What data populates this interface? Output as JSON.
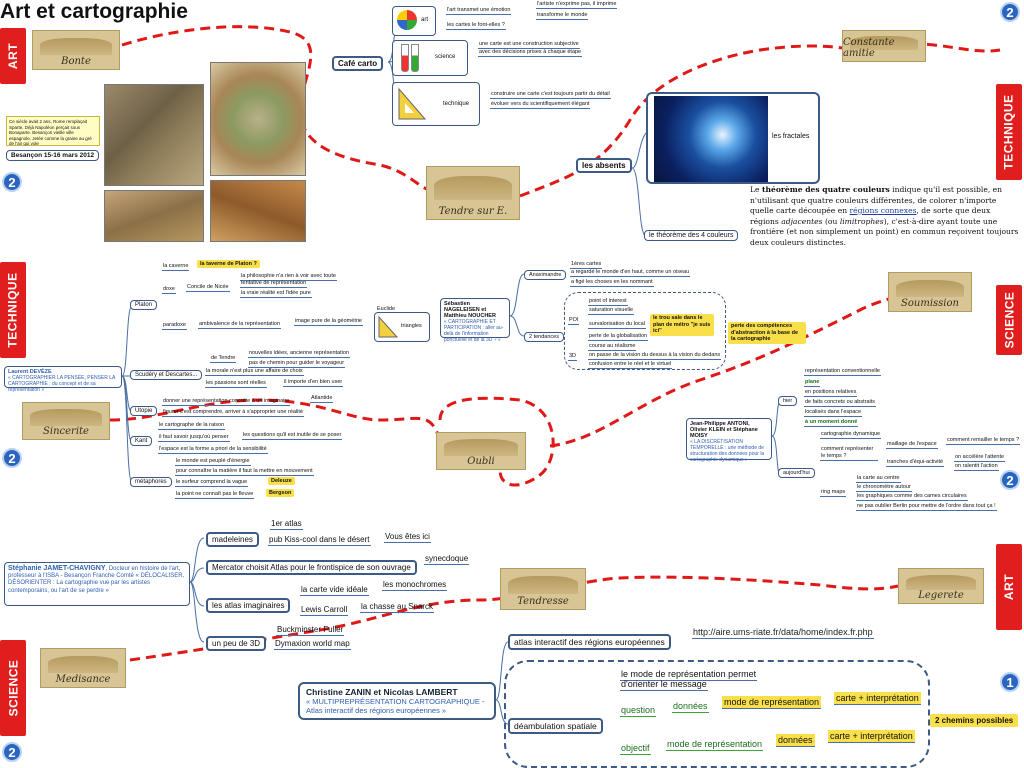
{
  "title": "Art et cartographie",
  "side_tabs": {
    "art_top": "ART",
    "technique_right": "TECHNIQUE",
    "technique_left": "TECHNIQUE",
    "science_right": "SCIENCE",
    "art_right": "ART",
    "science_left": "SCIENCE"
  },
  "numbers": {
    "n_top_right": "2",
    "n_left_1": "2",
    "n_left_2": "2",
    "n_right_2": "2",
    "n_bottom_right": "1",
    "n_bottom_left": "2"
  },
  "signatures": [
    "Bonte",
    "Constante amitie",
    "Tendre sur E.",
    "Soumission",
    "Sincerite",
    "Oubli",
    "Tendresse",
    "Legerete",
    "Medisance"
  ],
  "besancon": {
    "node": "Besançon 15-16 mars 2012",
    "note": "Ce siècle avait 2 ans, Rome remplaçait Sparte, Déjà Napoléon perçait sous Bonaparte. Besançon vieille ville espagnole, Jetée comme la graine au gré de l'air qui vole"
  },
  "cafe": {
    "node": "Café carto",
    "art": {
      "label": "art",
      "a": "l'artiste n'exprime pas, il imprime",
      "b": "l'art transmet une émotion",
      "c": "transforme le monde",
      "d": "les cartes le font-elles ?"
    },
    "science": {
      "label": "science",
      "a": "une carte est une construction subjective",
      "b": "avec des décisions prises à chaque étape"
    },
    "technique": {
      "label": "technique",
      "a": "construire une carte c'est toujours partir du détail",
      "b": "évoluer vers du scientifiquement élégant"
    }
  },
  "absents": {
    "node": "les absents",
    "fractales": "les fractales",
    "theoreme_node": "le théorème des 4 couleurs",
    "theorem_text_parts": [
      "Le ",
      "théorème des quatre couleurs",
      " indique qu'il est possible, en n'utilisant que quatre couleurs différentes, de colorer n'importe quelle carte découpée en ",
      "régions connexes",
      ", de sorte que deux régions ",
      "adjacentes",
      " (ou ",
      "limitrophes",
      "), c'est-à-dire ayant toute une frontière (et non simplement un point) en commun reçoivent toujours deux couleurs distinctes."
    ]
  },
  "deves": {
    "box_name": "Laurent DEVÈZE",
    "box_text": "« CARTOGRAPHIER LA PENSÉE, PENSER LA CARTOGRAPHIE : du concept et de sa représentation »",
    "platon": "Platon",
    "caverne": "la caverne",
    "taverne": "la taverne de Platon ?",
    "doxe": "doxe",
    "concile": "Concile de Nicée",
    "philo1": "la philosophie n'a rien à voir avec toute",
    "philo2": "tentative de représentation",
    "vraie": "la vraie réalité est l'idée pure",
    "paradoxe": "paradoxe",
    "ambivalence": "ambivalence de la représentation",
    "image_pure": "image pure de la géométrie",
    "euclide": "Euclide",
    "triangles": "triangles",
    "scudery": "Scudéry et Descartes...",
    "tendre": "de Tendre",
    "nouvelles": "nouvelles idées, ancienne représentation",
    "pas_chemin": "pas de chemin pour guider le voyageur",
    "morale": "la morale n'est plus une affaire de choix",
    "passions": "les passions sont réelles",
    "importe": "il importe d'en bien user",
    "utopie": "Utopie",
    "donner": "donner une représentation concrète à un imaginaire",
    "atlantide": "Atlantide",
    "figurer": "figurer c'est comprendre, arriver à s'approprier une réalité",
    "kant": "Kant",
    "cartographe": "le cartographe de la raison",
    "penser": "il faut savoir jusqu'où penser",
    "questions": "les questions qu'il est inutile de se poser",
    "espace": "l'espace est la forme a priori de la sensibilité",
    "metaphores": "métaphores",
    "monde": "le monde est peuplé d'énergie",
    "pour_connaitre": "pour connaître la matière il faut la mettre en mouvement",
    "surfeur": "le surfeur comprend la vague",
    "deleuze": "Deleuze",
    "point": "la point ne connaît pas le fleuve",
    "bergson": "Bergson"
  },
  "nageleisen": {
    "box_name": "Sébastien NAGELEISEN et Matthieu NOUCHER",
    "box_text": "« CARTOGRAPHIE ET PARTICIPATION : aller au-delà de l'information ponctuelle et de la 3D ? »",
    "anaximandre": "Anaximandre",
    "premieres": "1ères cartes",
    "regarde": "a regardé le monde d'en haut, comme un oiseau",
    "fige": "a figé les choses en les nommant",
    "tendances": "2 tendances",
    "poi": "POI",
    "point_interest": "point of interest",
    "saturation": "saturation visuelle",
    "survalorisation": "survalorisation du local",
    "trou": "le trou sale dans le plan de métro \"je suis ici\"",
    "perte_globalisation": "perte de la globalisation",
    "perte_competences": "perte des compétences d'abstraction à la base de la cartographie",
    "d3": "3D",
    "course": "course au réalisme",
    "passe": "on passe de la vision du dessus à la vision du dedans",
    "confusion": "confusion entre le réel et le virtuel"
  },
  "antoni": {
    "box_name": "Jean-Philippe ANTONI, Olivier KLEIN et Stéphane MOISY",
    "box_text": "« LA DISCRÉTISATION TEMPORELLE : une méthode de structuration des données pour la cartographie dynamique »",
    "hier": "hier",
    "repr_conv": "représentation conventionnelle",
    "plane": "plane",
    "positions": "en positions relatives",
    "faits": "de faits concrets ou abstraits",
    "localises": "localisés dans l'espace",
    "moment": "à un moment donné",
    "aujourdhui": "aujourd'hui",
    "cartographie_dyn": "cartographie dynamique",
    "comment_repr": "comment représenter le temps ?",
    "maillage": "maillage de l'espace",
    "remailler": "comment remailler le temps ?",
    "tranches": "tranches d'équi-activité",
    "accelere": "on accélère l'attente",
    "ralentit": "on ralentit l'action",
    "ring": "ring maps",
    "carte_centre": "la carte au centre",
    "chrono": "le chronomètre autour",
    "graphiques": "les graphiques comme des cames circulaires",
    "berlin": "ne pas oublier Berlin pour mettre de l'ordre dans tout ça !"
  },
  "jamet": {
    "box_name": "Stéphanie JAMET-CHAVIGNY",
    "box_text": ", Docteur en histoire de l'art, professeur à l'ISBA - Besançon Franche Comté « DÉLOCALISER, DÉSORIENTER : La cartographie vue par les artistes contemporains, ou l'art de se perdre »",
    "madeleines": "madeleines",
    "atlas1": "1er atlas",
    "pub": "pub Kiss-cool dans le désert",
    "vous": "Vous êtes ici",
    "mercator": "Mercator choisit Atlas pour le frontispice de son ouvrage",
    "synecdoque": "synecdoque",
    "imaginaires": "les atlas imaginaires",
    "vide": "la carte vide idéale",
    "monochromes": "les monochromes",
    "lewis": "Lewis Carroll",
    "snarck": "la chasse au Snarck",
    "un_peu": "un peu de 3D",
    "buckminster": "Buckminster Fuller",
    "dymaxion": "Dymaxion world map"
  },
  "zanin": {
    "box_name": "Christine ZANIN et Nicolas LAMBERT",
    "box_text": "« MULTIPREPRÉSENTATION CARTOGRAPHIQUE - Atlas interactif des régions européennes »",
    "atlas": "atlas interactif des régions européennes",
    "url": "http://aire.ums-riate.fr/data/home/index.fr.php",
    "deambulation": "déambulation spatiale",
    "mode_permet1": "le mode de représentation permet",
    "mode_permet2": "d'orienter le message",
    "question": "question",
    "donnees": "données",
    "mode_repr": "mode de représentation",
    "carte_interp": "carte + interprétation",
    "objectif": "objectif",
    "deux_chemins": "2 chemins possibles"
  }
}
